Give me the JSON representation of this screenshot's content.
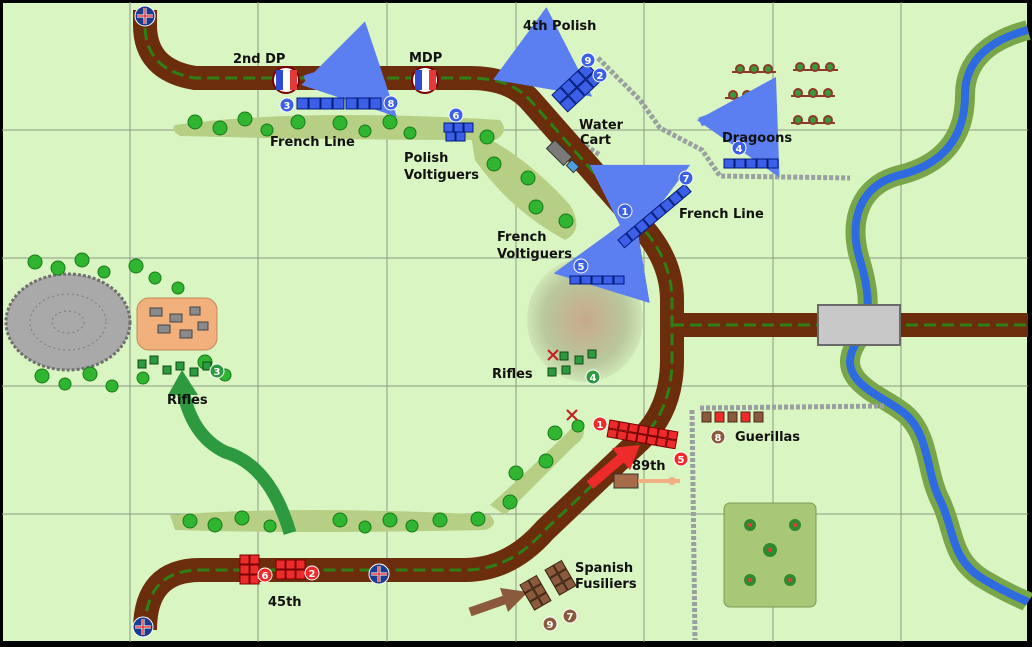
{
  "colors": {
    "board": "#d9f5c2",
    "grid": "#8a9a86",
    "road": "#6b2d0c",
    "road_center": "#2d7f16",
    "river": "#2f6be0",
    "river_bank": "#7aa64a",
    "french": "#3b5fe6",
    "british": "#ee2b2b",
    "rifles": "#2e9a3f",
    "spanish": "#8b5a3c"
  },
  "labels": {
    "fourth_polish": "4th Polish",
    "second_dp": "2nd DP",
    "mdp": "MDP",
    "water": "Water",
    "cart": "Cart",
    "dragoons": "Dragoons",
    "french_line_top": "French Line",
    "polish": "Polish",
    "voltiguers_p": "Voltiguers",
    "french_line_right": "French Line",
    "french": "French",
    "voltiguers_f": "Voltiguers",
    "rifles_left": "Rifles",
    "rifles_center": "Rifles",
    "guerillas": "Guerillas",
    "eighty_ninth": "89th",
    "forty_fifth": "45th",
    "spanish": "Spanish",
    "fusiliers": "Fusiliers"
  },
  "badges": {
    "b9": "9",
    "b2": "2",
    "b3": "3",
    "b8": "8",
    "b6": "6",
    "b4a": "4",
    "b7": "7",
    "b1": "1",
    "b5": "5",
    "r4": "4",
    "r3": "3",
    "e1": "1",
    "e5": "5",
    "e8": "8",
    "e6": "6",
    "e2": "2",
    "s7": "7",
    "s9": "9"
  },
  "icons": {
    "flag_top": "union-jack-icon",
    "flag_bottom_left": "union-jack-icon",
    "flag_bottom_mid": "union-jack-icon",
    "flag_2nd_dp": "french-tricolour-icon",
    "flag_mdp": "french-tricolour-icon"
  }
}
